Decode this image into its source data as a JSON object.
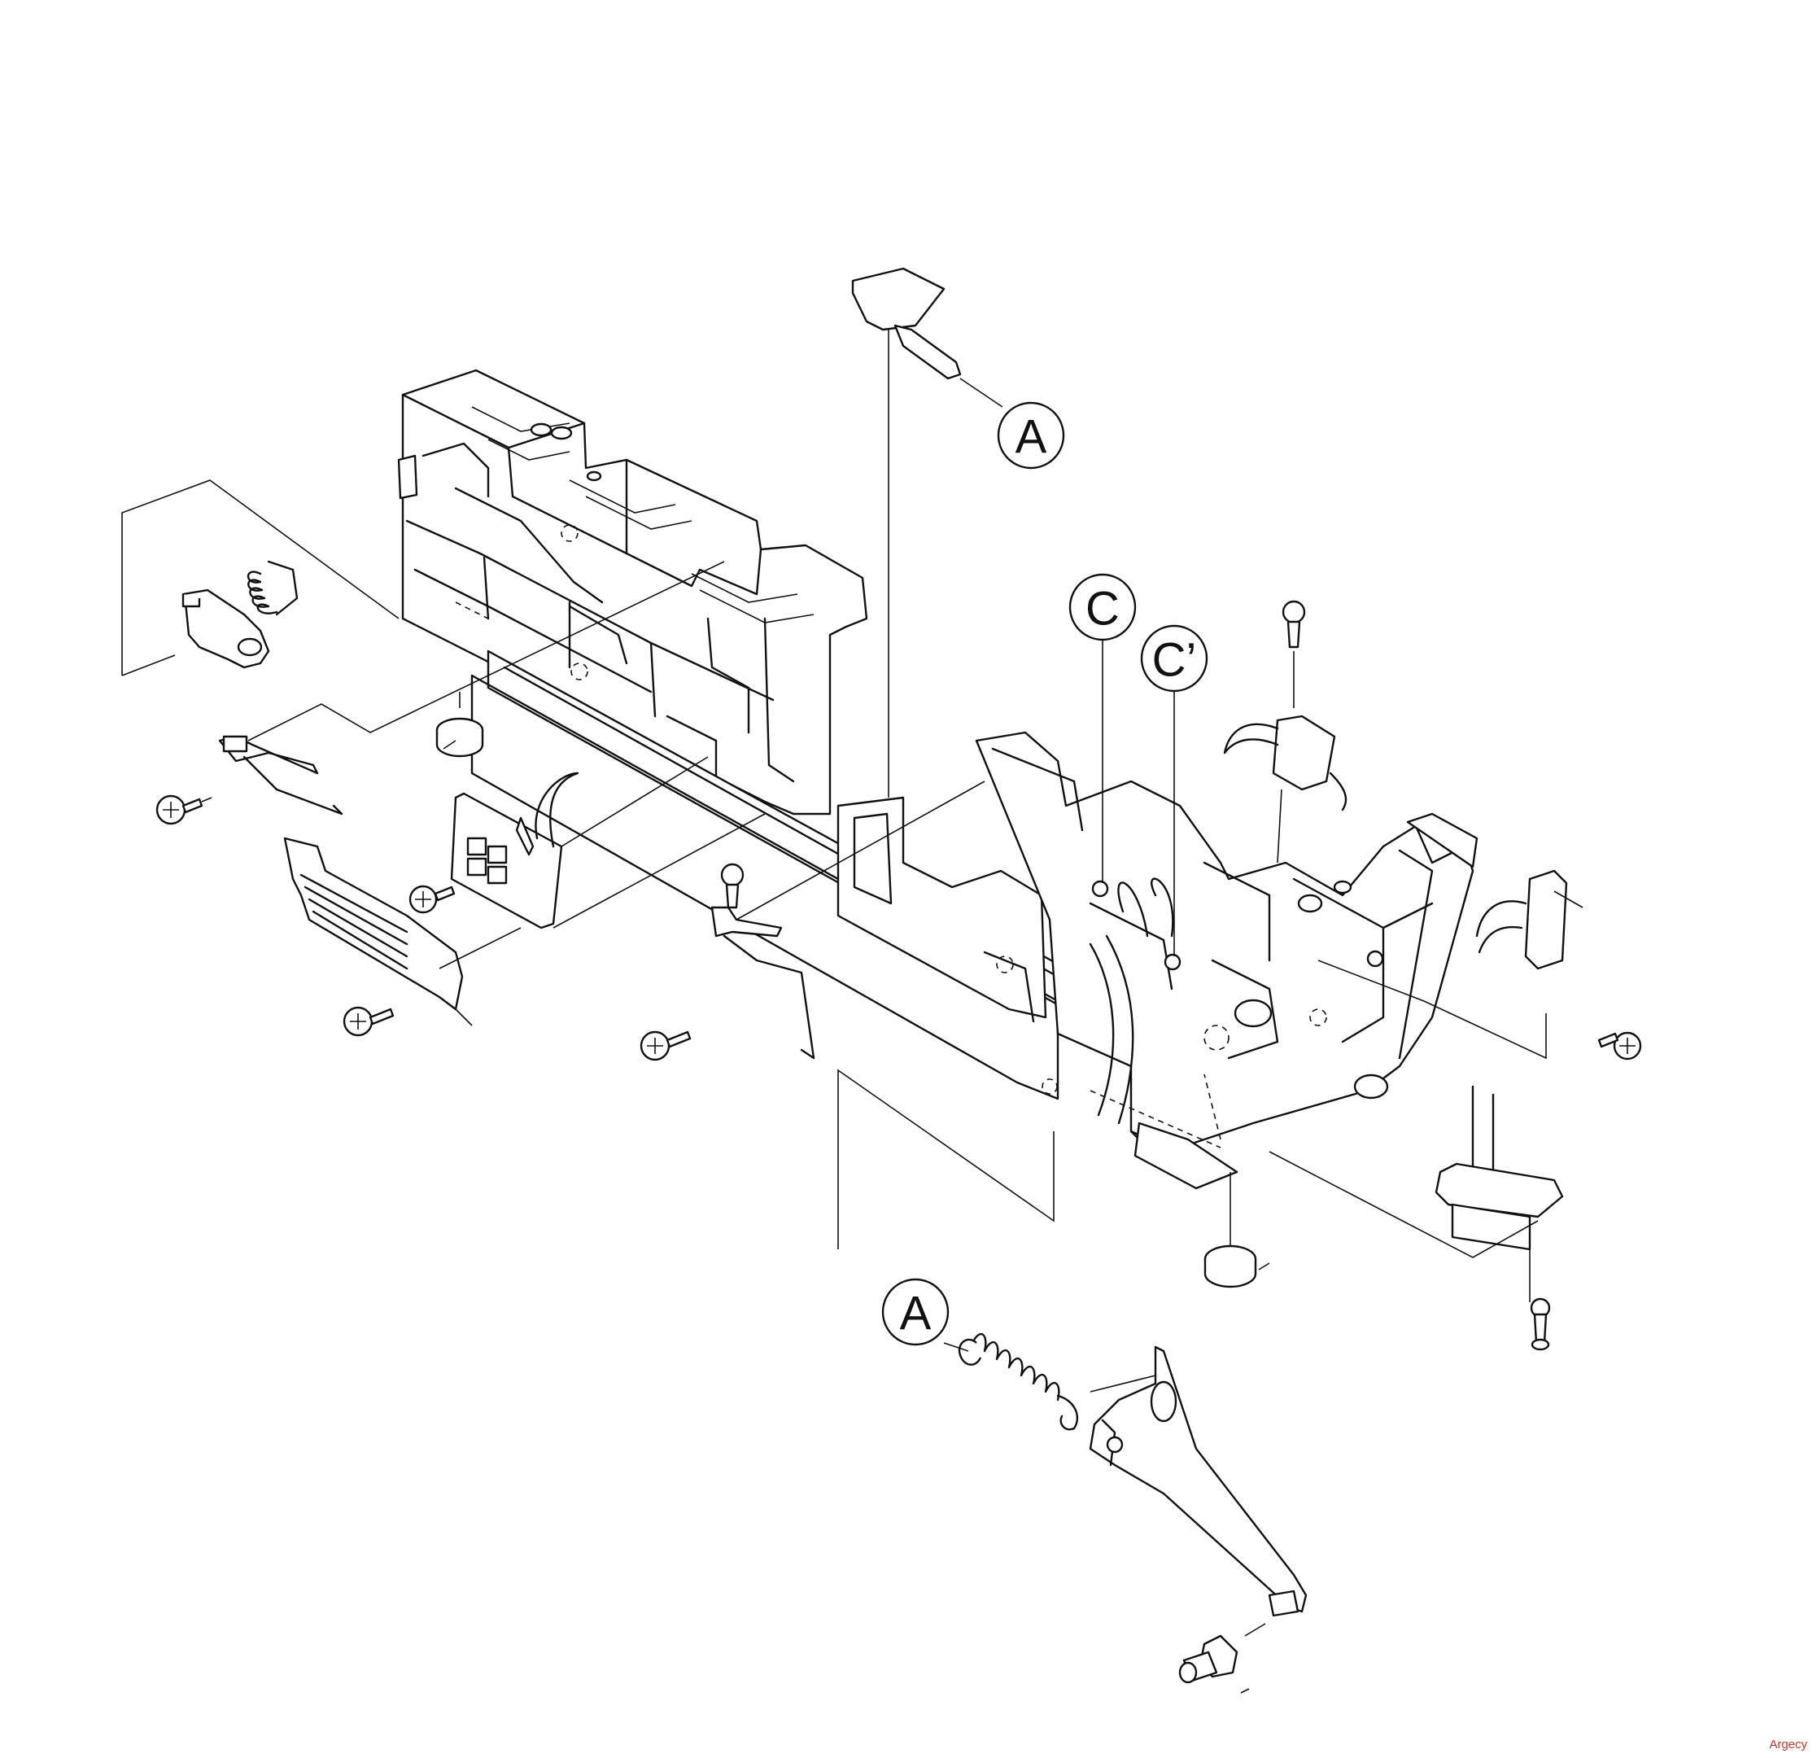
{
  "diagram": {
    "type": "exploded-parts-diagram",
    "callouts": [
      {
        "id": "a-top",
        "label": "A"
      },
      {
        "id": "c",
        "label": "C"
      },
      {
        "id": "c-prime",
        "label": "C’"
      },
      {
        "id": "a-bottom",
        "label": "A"
      }
    ]
  },
  "watermark": "Argecy"
}
